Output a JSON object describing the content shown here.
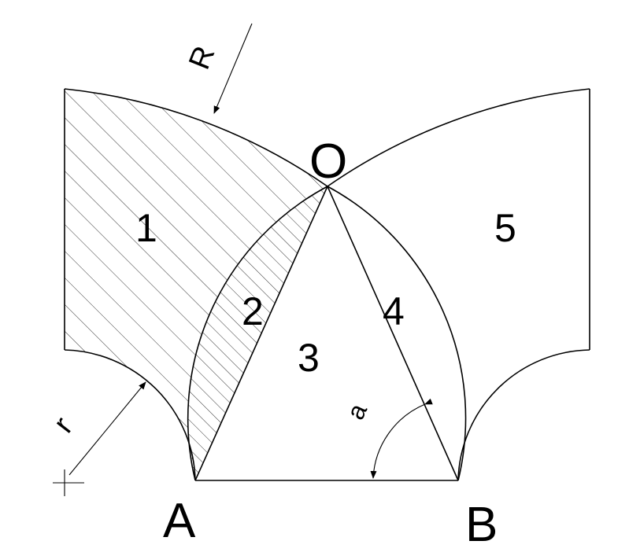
{
  "regions": [
    "1",
    "2",
    "3",
    "4",
    "5"
  ],
  "points": {
    "top": "O",
    "left": "A",
    "right": "B"
  },
  "dimensions": {
    "big_radius": "R",
    "small_radius": "r",
    "angle": "a"
  },
  "colors": {
    "stroke": "#000000",
    "background": "#ffffff"
  }
}
